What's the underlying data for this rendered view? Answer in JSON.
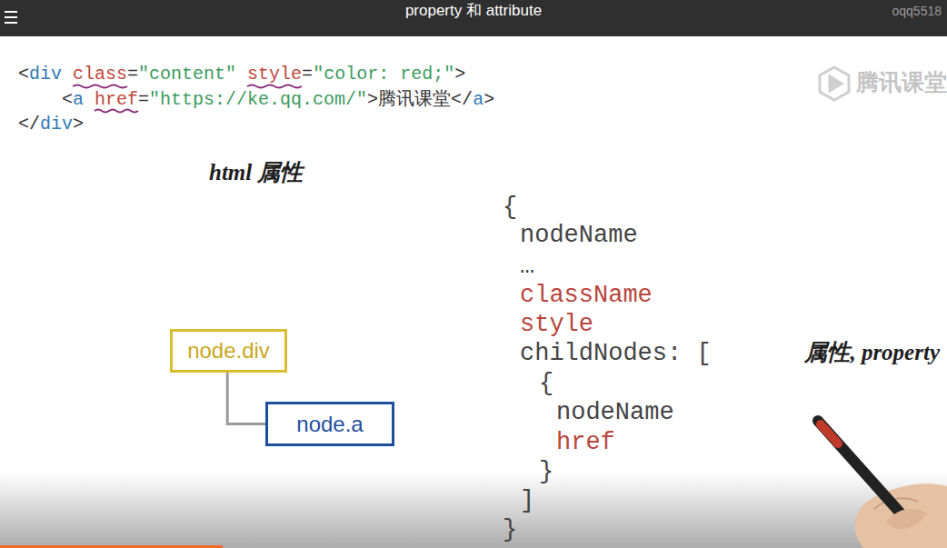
{
  "diagram": {
    "title": "property 和 attribute",
    "nodes": [
      {
        "text": [
          "node.div"
        ]
      },
      {
        "text": [
          "node.a"
        ]
      }
    ],
    "edges": [
      {
        "from": 0,
        "to": 1,
        "arrow": "none"
      }
    ],
    "labels": [
      "oqq5518",
      "<",
      "div",
      " class",
      "=",
      "\"content\"",
      " style",
      "=",
      "\"color: red;\"",
      ">",
      "<",
      "a",
      " href",
      "=",
      "\"https://ke.qq.com/\"",
      ">腾讯课堂</",
      "a",
      ">",
      "</",
      "div",
      ">",
      "腾讯课堂",
      "html 属性",
      "{",
      "nodeName",
      "…",
      "className",
      "style",
      "childNodes: [",
      "{",
      "nodeName",
      "href",
      "}",
      "]",
      "}",
      "属性, property"
    ]
  }
}
